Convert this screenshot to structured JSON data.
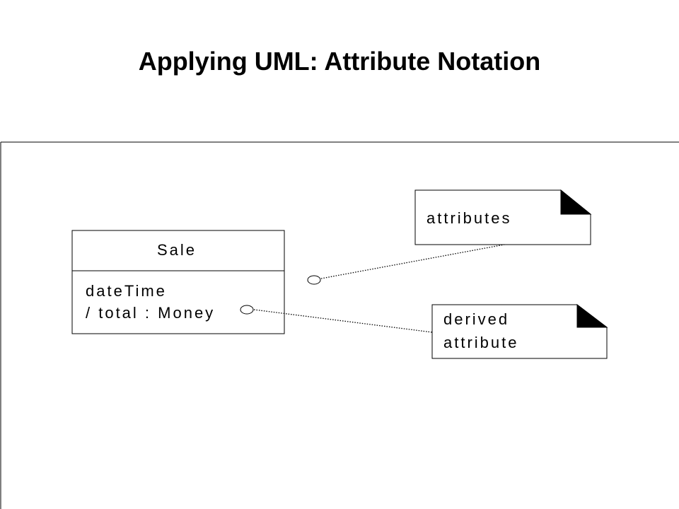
{
  "slide": {
    "title": "Applying UML: Attribute Notation"
  },
  "class_box": {
    "name": "Sale",
    "attributes": [
      "dateTime",
      "/ total : Money"
    ]
  },
  "notes": [
    {
      "lines": [
        "attributes"
      ]
    },
    {
      "lines": [
        "derived",
        "attribute"
      ]
    }
  ],
  "colors": {
    "line": "#000000",
    "background": "#ffffff"
  }
}
